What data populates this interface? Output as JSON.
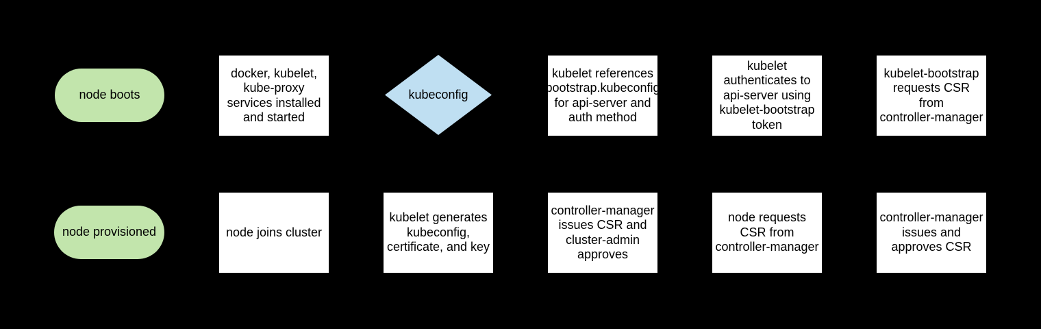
{
  "colors": {
    "background": "#000000",
    "process_fill": "#ffffff",
    "terminal_fill": "#c2e5ac",
    "decision_fill": "#bfdff2",
    "text": "#000000"
  },
  "nodes": [
    {
      "id": "node-boots",
      "shape": "terminal",
      "label": "node boots"
    },
    {
      "id": "services-installed",
      "shape": "process",
      "label": "docker, kubelet,\nkube-proxy\nservices installed\nand started"
    },
    {
      "id": "kubeconfig-decision",
      "shape": "decision",
      "label": "kubeconfig"
    },
    {
      "id": "kubelet-references-bootstrap-kubeconfig",
      "shape": "process",
      "label": "kubelet references\nbootstrap.kubeconfig\nfor api-server and\nauth method"
    },
    {
      "id": "kubelet-authenticates",
      "shape": "process",
      "label": "kubelet\nauthenticates to\napi-server using\nkubelet-bootstrap\ntoken"
    },
    {
      "id": "kubelet-bootstrap-requests-csr",
      "shape": "process",
      "label": "kubelet-bootstrap\nrequests CSR\nfrom\ncontroller-manager"
    },
    {
      "id": "node-provisioned",
      "shape": "terminal",
      "label": "node provisioned"
    },
    {
      "id": "node-joins-cluster",
      "shape": "process",
      "label": "node joins cluster"
    },
    {
      "id": "kubelet-generates-kubeconfig",
      "shape": "process",
      "label": "kubelet generates\nkubeconfig,\ncertificate, and key"
    },
    {
      "id": "controller-manager-issues-csr",
      "shape": "process",
      "label": "controller-manager\nissues CSR and\ncluster-admin\napproves"
    },
    {
      "id": "node-requests-csr",
      "shape": "process",
      "label": "node requests\nCSR from\ncontroller-manager"
    },
    {
      "id": "controller-manager-issues-approves-csr",
      "shape": "process",
      "label": "controller-manager\nissues and\napproves CSR"
    }
  ]
}
